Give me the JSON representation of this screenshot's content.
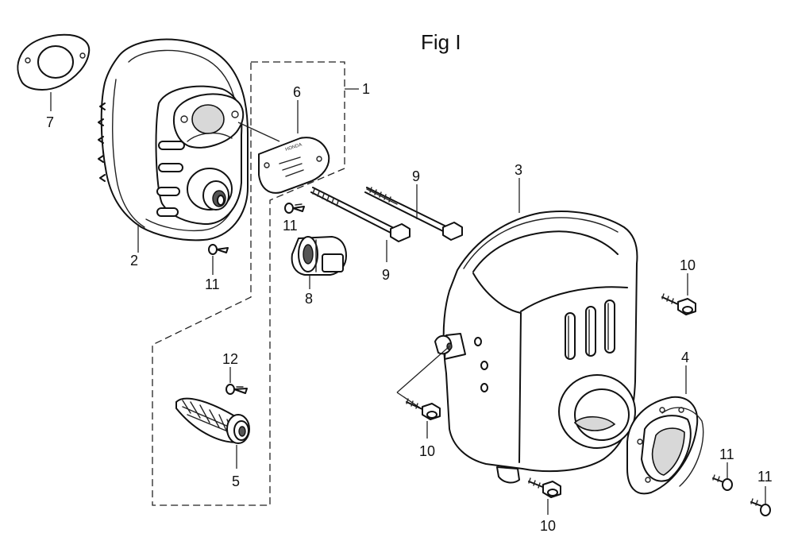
{
  "figure": {
    "title": "Fig I",
    "plate_text": "HONDA"
  },
  "callouts": {
    "c1": "1",
    "c2": "2",
    "c3": "3",
    "c4": "4",
    "c5": "5",
    "c6": "6",
    "c7": "7",
    "c8": "8",
    "c9a": "9",
    "c9b": "9",
    "c10a": "10",
    "c10b": "10",
    "c10c": "10",
    "c11a": "11",
    "c11b": "11",
    "c11c": "11",
    "c11d": "11",
    "c12": "12"
  }
}
